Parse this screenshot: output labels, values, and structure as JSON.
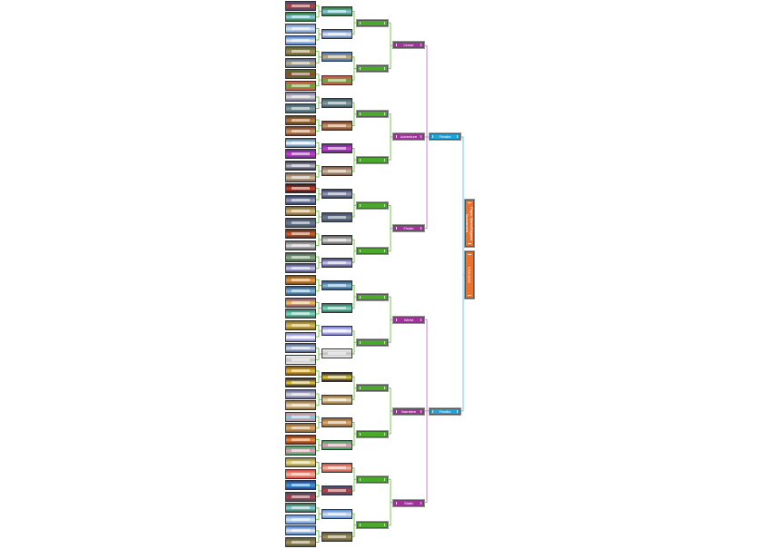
{
  "bracket": {
    "thumb_palette": [
      [
        "#3a4a6a",
        "#c04040"
      ],
      [
        "#2d6a2d",
        "#8fd0f0"
      ],
      [
        "#5a8ad0",
        "#e0e8f0"
      ],
      [
        "#3a70c0",
        "#f0f0f0"
      ],
      [
        "#4a5a30",
        "#b09060"
      ],
      [
        "#3a6ab0",
        "#d0b070"
      ],
      [
        "#3a7a2a",
        "#a04030"
      ],
      [
        "#d05050",
        "#60b040"
      ],
      [
        "#6a6a8a",
        "#dddddd"
      ],
      [
        "#2a5a6a",
        "#90a0a0"
      ],
      [
        "#4a3a2a",
        "#c08040"
      ],
      [
        "#6a3a2a",
        "#d0a070"
      ],
      [
        "#2a6a9a",
        "#ffffff"
      ],
      [
        "#5a2a8a",
        "#d040d0"
      ],
      [
        "#2a2a3a",
        "#c0c0d0"
      ],
      [
        "#7a5a4a",
        "#d0c0a0"
      ],
      [
        "#1a1a2a",
        "#e04020"
      ],
      [
        "#2a3a5a",
        "#a0a0c0"
      ],
      [
        "#6a5a3a",
        "#e0c080"
      ],
      [
        "#3a4a6a",
        "#708090"
      ],
      [
        "#4a2a1a",
        "#e06030"
      ],
      [
        "#5a5a5a",
        "#dddddd"
      ],
      [
        "#3a5a3a",
        "#90b090"
      ],
      [
        "#3a3a7a",
        "#d0d0f0"
      ],
      [
        "#6a4a2a",
        "#f0a040"
      ],
      [
        "#2a4a6a",
        "#90c0e0"
      ],
      [
        "#8a3a8a",
        "#f0d040"
      ],
      [
        "#2a6a5a",
        "#80e0c0"
      ],
      [
        "#7a6a2a",
        "#e0c060"
      ],
      [
        "#7070d0",
        "#ffffff"
      ],
      [
        "#3a5a8a",
        "#e0e0f0"
      ],
      [
        "#f0f0f0",
        "#c0c0c0"
      ],
      [
        "#6a4a1a",
        "#f0c040"
      ],
      [
        "#1a1a4a",
        "#f0d020"
      ],
      [
        "#5a5a8a",
        "#e0e0e0"
      ],
      [
        "#8a6a3a",
        "#f0e0c0"
      ],
      [
        "#e08080",
        "#80d0f0"
      ],
      [
        "#8a5a2a",
        "#e0b070"
      ],
      [
        "#6a2a1a",
        "#f09040"
      ],
      [
        "#3a9a5a",
        "#f0a0c0"
      ],
      [
        "#8a7a3a",
        "#f0e080"
      ],
      [
        "#d04040",
        "#f0c0a0"
      ],
      [
        "#2a3a7a",
        "#40a0e0"
      ]
    ],
    "round3_labels": [
      "",
      "",
      "",
      "",
      "",
      "",
      "",
      "",
      "",
      "",
      "",
      ""
    ],
    "categories": [
      "Linear",
      "Adventure",
      "Finale",
      "Weird",
      "Narrative",
      "Static"
    ],
    "finalists": [
      "Finalist",
      "Finalist"
    ],
    "title": "Paper Mario/Origami Tournament",
    "champion": "Champion",
    "colors": {
      "green": "#4aa82c",
      "purple": "#a3339c",
      "blue": "#1ea3da",
      "orange": "#e8722f",
      "green_line": "#7cc45a",
      "pink_line": "#d67fd0",
      "blue_line": "#6cc6ea"
    }
  }
}
